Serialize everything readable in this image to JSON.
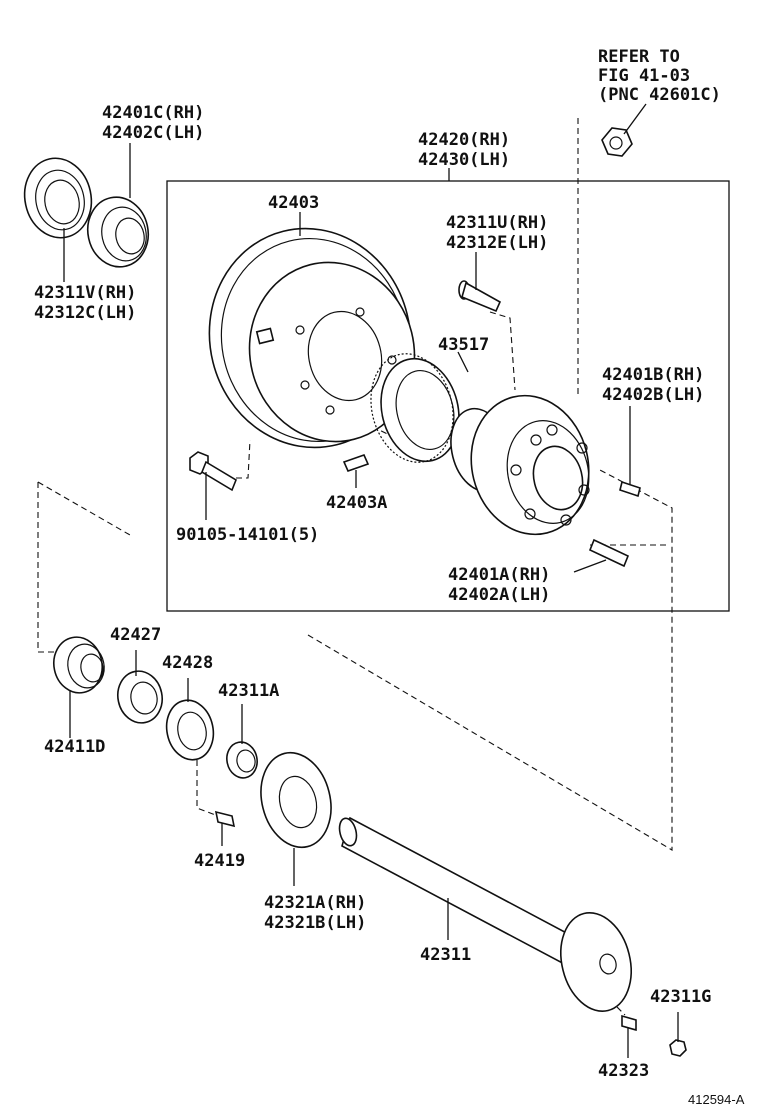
{
  "refer_note": [
    "REFER TO",
    "FIG 41-03",
    "(PNC 42601C)"
  ],
  "labels": {
    "p42401C": [
      "42401C(RH)",
      "42402C(LH)"
    ],
    "p42311V": [
      "42311V(RH)",
      "42312C(LH)"
    ],
    "p42420": [
      "42420(RH)",
      "42430(LH)"
    ],
    "p42403": [
      "42403"
    ],
    "p42311U": [
      "42311U(RH)",
      "42312E(LH)"
    ],
    "p43517": [
      "43517"
    ],
    "p42401B": [
      "42401B(RH)",
      "42402B(LH)"
    ],
    "p90105": [
      "90105-14101(5)"
    ],
    "p42403A": [
      "42403A"
    ],
    "p42401A": [
      "42401A(RH)",
      "42402A(LH)"
    ],
    "p42427": [
      "42427"
    ],
    "p42428": [
      "42428"
    ],
    "p42311A": [
      "42311A"
    ],
    "p42411D": [
      "42411D"
    ],
    "p42419": [
      "42419"
    ],
    "p42321A": [
      "42321A(RH)",
      "42321B(LH)"
    ],
    "p42311": [
      "42311"
    ],
    "p42311G": [
      "42311G"
    ],
    "p42323": [
      "42323"
    ]
  },
  "figure_id": "412594-A"
}
